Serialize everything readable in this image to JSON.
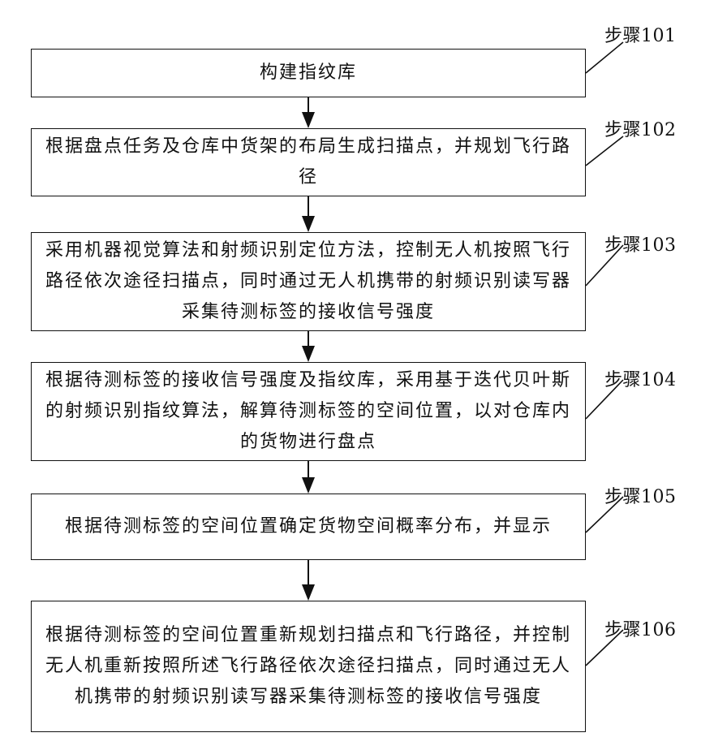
{
  "steps": [
    {
      "label": "步骤101",
      "text": "构建指纹库"
    },
    {
      "label": "步骤102",
      "text": "根据盘点任务及仓库中货架的布局生成扫描点，并规划飞行路径"
    },
    {
      "label": "步骤103",
      "text": "采用机器视觉算法和射频识别定位方法，控制无人机按照飞行路径依次途径扫描点，同时通过无人机携带的射频识别读写器采集待测标签的接收信号强度"
    },
    {
      "label": "步骤104",
      "text": "根据待测标签的接收信号强度及指纹库，采用基于迭代贝叶斯的射频识别指纹算法，解算待测标签的空间位置，以对仓库内的货物进行盘点"
    },
    {
      "label": "步骤105",
      "text": "根据待测标签的空间位置确定货物空间概率分布，并显示"
    },
    {
      "label": "步骤106",
      "text": "根据待测标签的空间位置重新规划扫描点和飞行路径，并控制无人机重新按照所述飞行路径依次途径扫描点，同时通过无人机携带的射频识别读写器采集待测标签的接收信号强度"
    }
  ]
}
